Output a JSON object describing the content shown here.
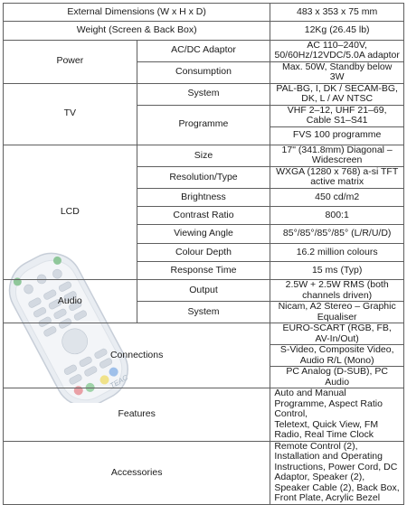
{
  "brand": "TEAC",
  "rows": {
    "external_dimensions": {
      "label": "External Dimensions (W x H x D)",
      "value": "483 x 353 x 75 mm"
    },
    "weight": {
      "label": "Weight (Screen & Back Box)",
      "value": "12Kg (26.45 lb)"
    }
  },
  "power": {
    "label": "Power",
    "adaptor": {
      "label": "AC/DC Adaptor",
      "value": "AC 110–240V, 50/60Hz/12VDC/5.0A adaptor"
    },
    "consumption": {
      "label": "Consumption",
      "value": "Max. 50W, Standby below 3W"
    }
  },
  "tv": {
    "label": "TV",
    "system": {
      "label": "System",
      "value": "PAL-BG, I, DK / SECAM-BG, DK, L / AV NTSC"
    },
    "programme": {
      "label": "Programme",
      "value_1": "VHF 2–12, UHF 21–69, Cable S1–S41",
      "value_2": "FVS 100 programme"
    }
  },
  "lcd": {
    "label": "LCD",
    "size": {
      "label": "Size",
      "value": "17\" (341.8mm) Diagonal – Widescreen"
    },
    "resolution": {
      "label": "Resolution/Type",
      "value": "WXGA (1280 x 768) a-si TFT active matrix"
    },
    "brightness": {
      "label": "Brightness",
      "value": "450 cd/m2"
    },
    "contrast": {
      "label": "Contrast Ratio",
      "value": "800:1"
    },
    "viewing_angle": {
      "label": "Viewing Angle",
      "value": "85°/85°/85°/85° (L/R/U/D)"
    },
    "colour_depth": {
      "label": "Colour Depth",
      "value": "16.2 million colours"
    },
    "response_time": {
      "label": "Response Time",
      "value": "15 ms (Typ)"
    }
  },
  "audio": {
    "label": "Audio",
    "output": {
      "label": "Output",
      "value": "2.5W + 2.5W RMS (both channels driven)"
    },
    "system": {
      "label": "System",
      "value": "Nicam, A2 Stereo – Graphic Equaliser"
    }
  },
  "connections": {
    "label": "Connections",
    "values": [
      "EURO-SCART (RGB, FB, AV-In/Out)",
      "S-Video, Composite Video, Audio R/L (Mono)",
      "PC Analog (D-SUB), PC Audio"
    ]
  },
  "features": {
    "label": "Features",
    "lines": [
      "Auto and Manual Programme, Aspect Ratio Control,",
      "Teletext, Quick View, FM Radio, Real Time Clock"
    ]
  },
  "accessories": {
    "label": "Accessories",
    "lines": [
      "Remote Control (2), Installation and Operating",
      "Instructions, Power Cord, DC Adaptor, Speaker (2),",
      "Speaker Cable (2), Back Box, Front Plate, Acrylic Bezel"
    ]
  }
}
